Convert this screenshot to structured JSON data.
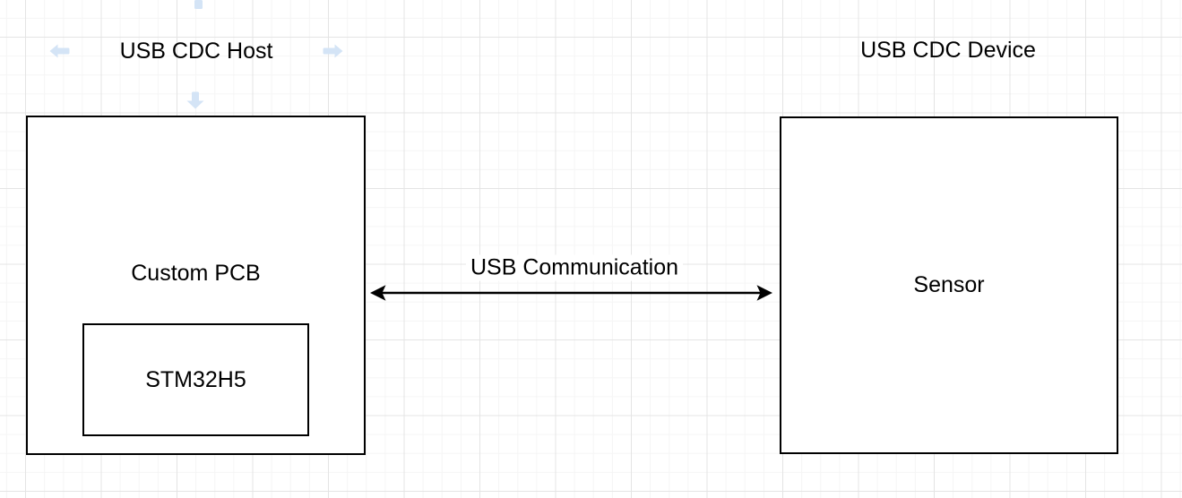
{
  "canvas": {
    "background": "#ffffff",
    "grid_major_color": "#e4e4e4",
    "grid_minor_color": "#f5f5f5"
  },
  "captions": {
    "host": "USB CDC Host",
    "device": "USB CDC Device"
  },
  "nodes": {
    "custom_pcb": {
      "label": "Custom PCB",
      "border_color": "#000000",
      "fill_color": "#ffffff"
    },
    "stm32h5": {
      "label": "STM32H5",
      "border_color": "#000000",
      "fill_color": "#ffffff"
    },
    "sensor": {
      "label": "Sensor",
      "border_color": "#000000",
      "fill_color": "#ffffff"
    }
  },
  "edge": {
    "label": "USB Communication",
    "color": "#000000",
    "label_background": "#ffffff",
    "style": "double-arrow"
  },
  "hint_arrows": {
    "color": "#d4e4f6"
  }
}
